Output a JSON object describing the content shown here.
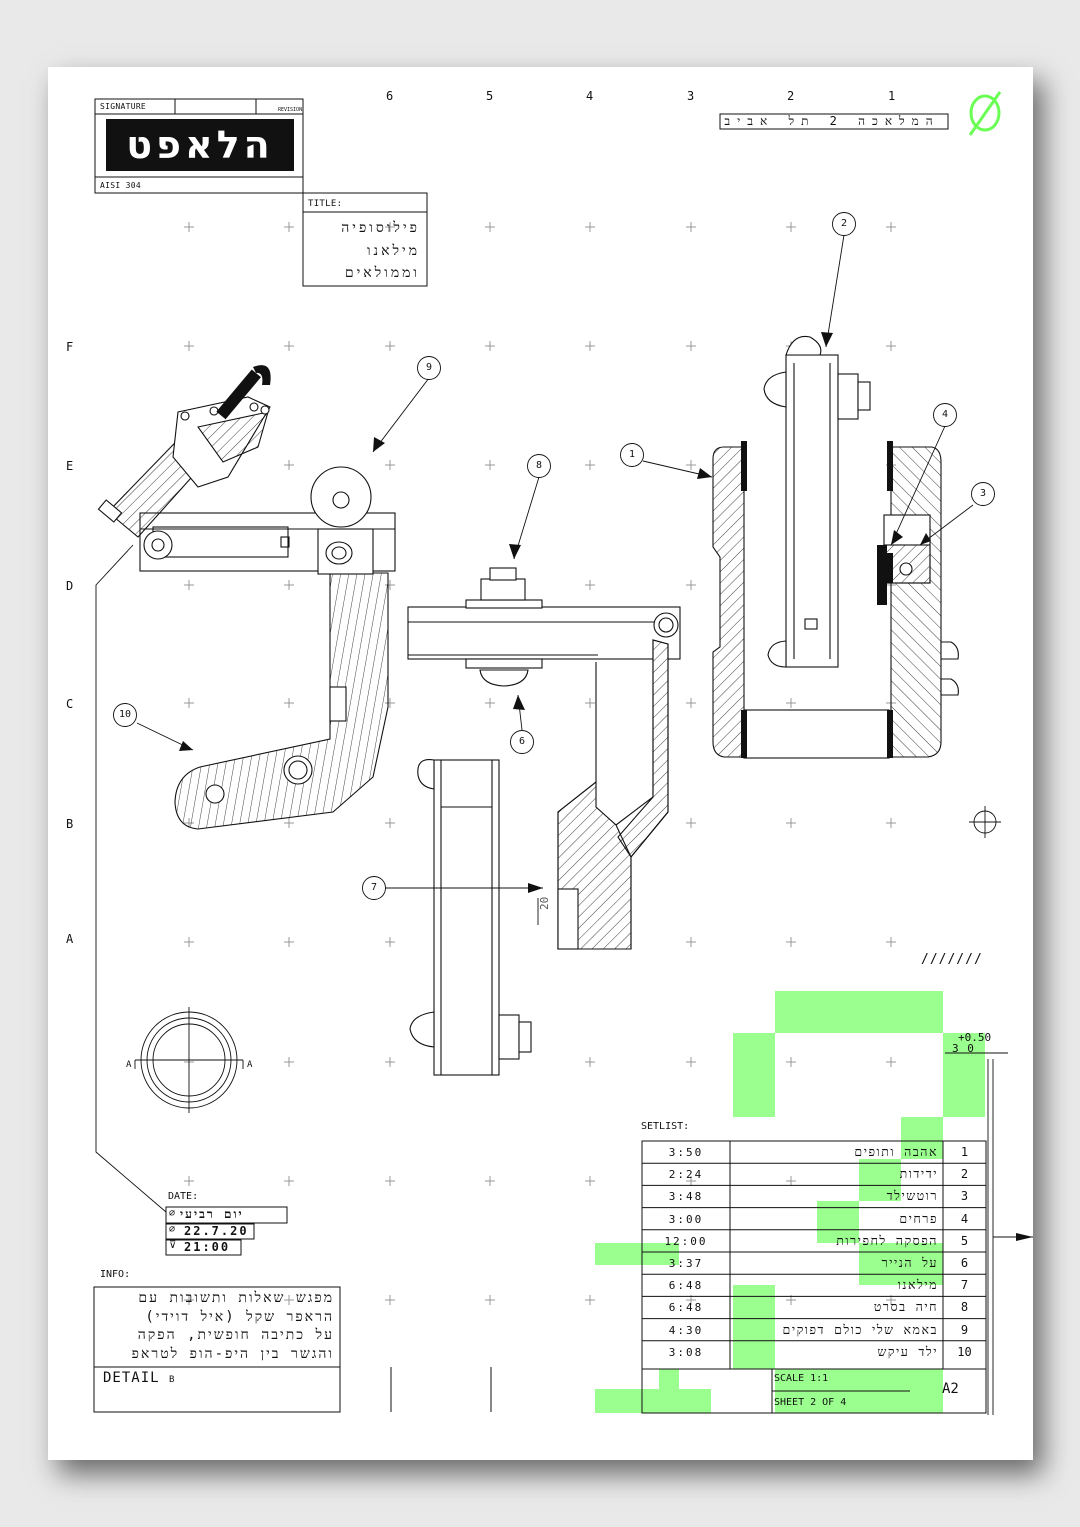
{
  "title_block": {
    "signature_label": "SIGNATURE",
    "revision_label": "REVISION",
    "logo_text": "הלאפט",
    "material": "AISI 304",
    "title_label": "TITLE:",
    "title_lines": [
      "פילוסופיה",
      "מילאנו",
      "וממולאים"
    ]
  },
  "venue": "המלאכה 2 תל אביב",
  "phi_symbol": "∅",
  "column_numbers": [
    "6",
    "5",
    "4",
    "3",
    "2",
    "1"
  ],
  "row_letters": [
    "F",
    "E",
    "D",
    "C",
    "B",
    "A"
  ],
  "balloons": [
    "1",
    "2",
    "3",
    "4",
    "6",
    "7",
    "8",
    "9",
    "10"
  ],
  "dimension_20": "20",
  "section_marks": {
    "left": "A",
    "right": "A"
  },
  "hatch_marks": "///////",
  "tolerance": {
    "upper": "+0.50",
    "nominal": "3 0"
  },
  "date_block": {
    "label": "DATE:",
    "day": "יום רביעי",
    "date": "22.7.20",
    "time": "21:00",
    "day_symbol": "∅",
    "date_symbol": "∅",
    "time_symbol": "⊽"
  },
  "info": {
    "label": "INFO:",
    "lines": [
      "מפגש שאלות ותשובות עם",
      "הראפר שקל (איל דוידי)",
      "על כתיבה חופשית, הפקה",
      "והגשר בין היפ-הופ לטראפ"
    ],
    "detail_label": "DETAIL",
    "detail_letter": "B"
  },
  "setlist": {
    "label": "SETLIST:",
    "rows": [
      {
        "num": "1",
        "song": "אהבה ותופים",
        "duration": "3:50"
      },
      {
        "num": "2",
        "song": "ידידות",
        "duration": "2:24"
      },
      {
        "num": "3",
        "song": "רוטשילד",
        "duration": "3:48"
      },
      {
        "num": "4",
        "song": "פרחים",
        "duration": "3:00"
      },
      {
        "num": "5",
        "song": "הפסקה לחפירות",
        "duration": "12:00"
      },
      {
        "num": "6",
        "song": "על הנייר",
        "duration": "3:37"
      },
      {
        "num": "7",
        "song": "מילאנו",
        "duration": "6:48"
      },
      {
        "num": "8",
        "song": "חיה בסרט",
        "duration": "6:48"
      },
      {
        "num": "9",
        "song": "באמא שלי כולם דפוקים",
        "duration": "4:30"
      },
      {
        "num": "10",
        "song": "ילד עיקש",
        "duration": "3:08"
      }
    ],
    "scale": "SCALE 1:1",
    "sheet": "SHEET 2 OF 4",
    "size": "A2"
  },
  "colors": {
    "accent_green": "#9bff8f",
    "ink": "#111111"
  }
}
